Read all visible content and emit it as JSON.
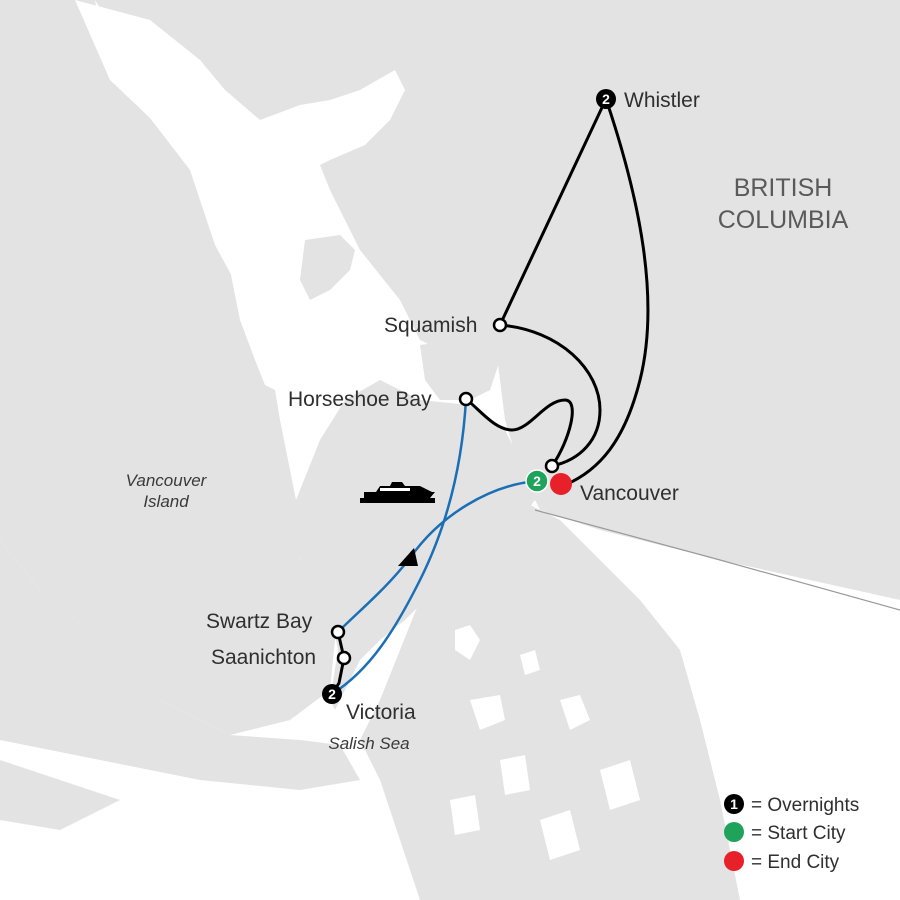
{
  "colors": {
    "land": "#e3e3e3",
    "water": "#ffffff",
    "route_land": "#000000",
    "route_ferry": "#1a6fb5",
    "start": "#1fa35b",
    "end": "#e8202a",
    "overnight": "#000000"
  },
  "region": {
    "line1": "BRITISH",
    "line2": "COLUMBIA"
  },
  "island": {
    "line1": "Vancouver",
    "line2": "Island"
  },
  "sea": "Salish Sea",
  "cities": {
    "whistler": {
      "label": "Whistler",
      "nights": "2"
    },
    "squamish": {
      "label": "Squamish"
    },
    "horseshoe_bay": {
      "label": "Horseshoe Bay"
    },
    "vancouver": {
      "label": "Vancouver",
      "nights": "2"
    },
    "swartz_bay": {
      "label": "Swartz Bay"
    },
    "saanichton": {
      "label": "Saanichton"
    },
    "victoria": {
      "label": "Victoria",
      "nights": "2"
    }
  },
  "ferry_icon": "ferry-icon",
  "legend": {
    "overnights": {
      "symbol": "1",
      "text": "= Overnights"
    },
    "start": {
      "text": "= Start City"
    },
    "end": {
      "text": "= End City"
    }
  }
}
